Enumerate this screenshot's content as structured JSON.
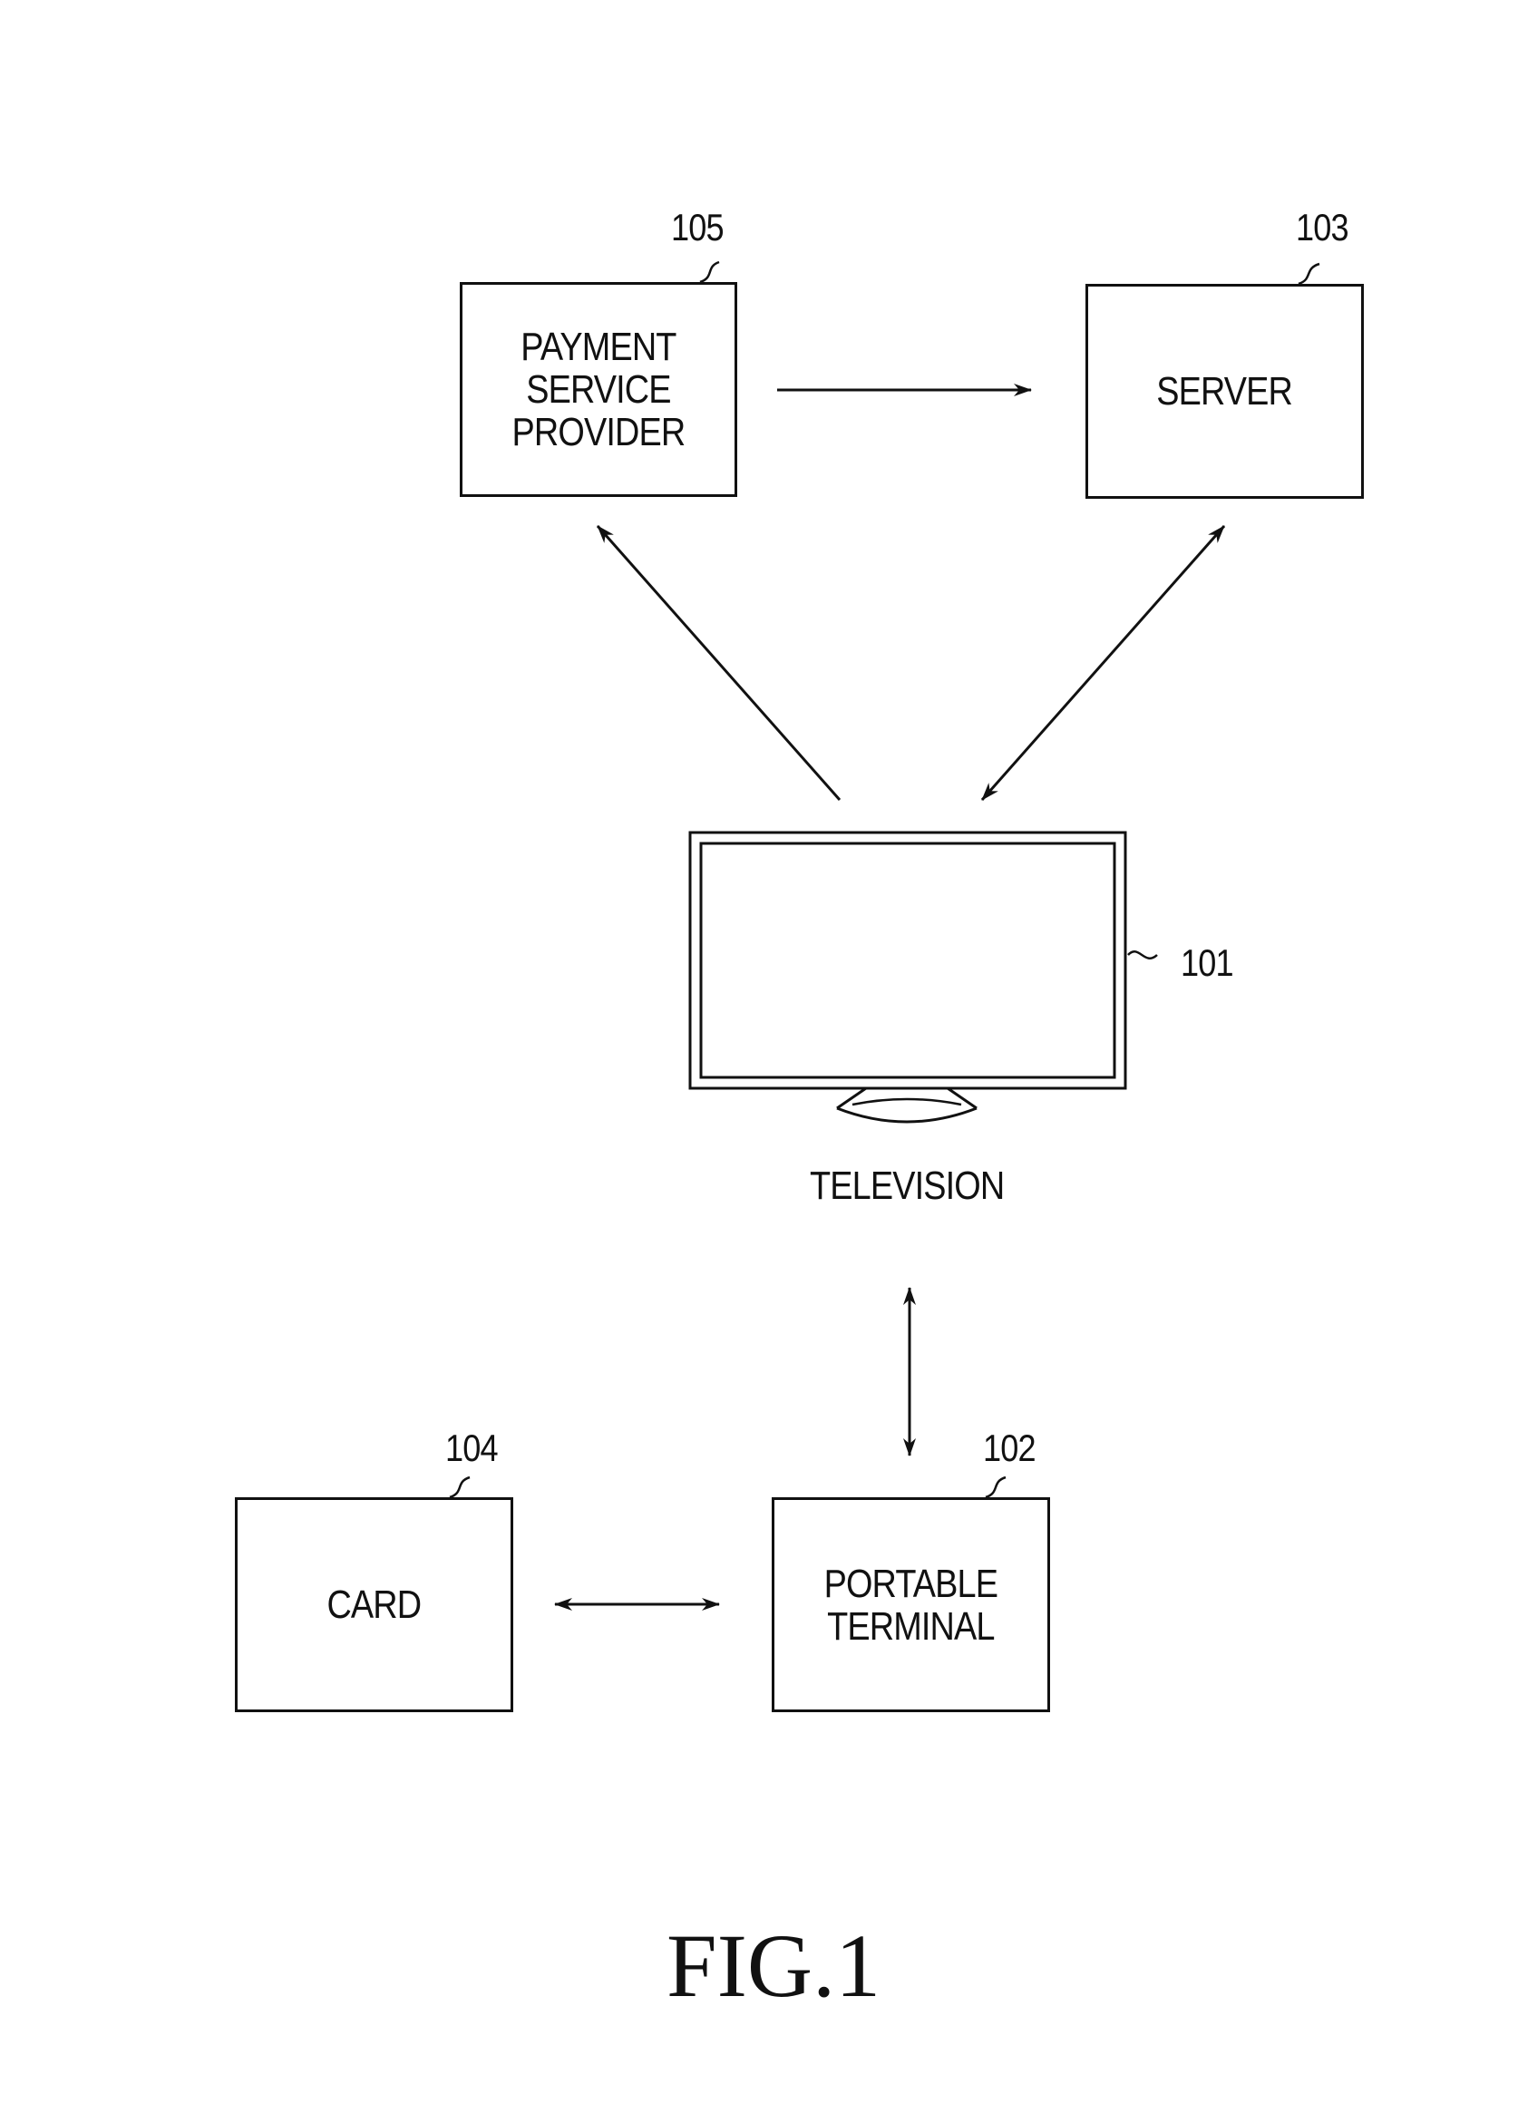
{
  "figure": {
    "caption": "FIG.1"
  },
  "nodes": {
    "payment_service_provider": {
      "label": "PAYMENT\nSERVICE\nPROVIDER",
      "ref": "105"
    },
    "server": {
      "label": "SERVER",
      "ref": "103"
    },
    "television": {
      "label": "TELEVISION",
      "ref": "101"
    },
    "card": {
      "label": "CARD",
      "ref": "104"
    },
    "portable_terminal": {
      "label": "PORTABLE\nTERMINAL",
      "ref": "102"
    }
  },
  "connections": [
    {
      "from": "payment_service_provider",
      "to": "server",
      "direction": "one-way"
    },
    {
      "from": "television",
      "to": "payment_service_provider",
      "direction": "one-way"
    },
    {
      "from": "television",
      "to": "server",
      "direction": "two-way"
    },
    {
      "from": "television",
      "to": "portable_terminal",
      "direction": "two-way"
    },
    {
      "from": "card",
      "to": "portable_terminal",
      "direction": "two-way"
    }
  ],
  "colors": {
    "ink": "#111111",
    "background": "#ffffff"
  }
}
